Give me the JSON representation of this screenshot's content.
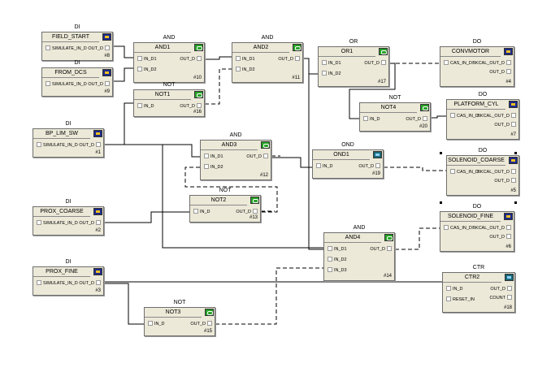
{
  "blocks": [
    {
      "id": "b8",
      "type": "DI",
      "name": "FIELD_START",
      "num": "#8",
      "icon": "blue",
      "inputs": [
        "SIMULATE_IN_D"
      ],
      "outputs": [
        "OUT_D"
      ]
    },
    {
      "id": "b9",
      "type": "DI",
      "name": "FROM_DCS",
      "num": "#9",
      "icon": "blue",
      "inputs": [
        "SIMULATE_IN_D"
      ],
      "outputs": [
        "OUT_D"
      ]
    },
    {
      "id": "b1",
      "type": "DI",
      "name": "BP_LIM_SW",
      "num": "#1",
      "icon": "blue",
      "inputs": [
        "SIMULATE_IN_D"
      ],
      "outputs": [
        "OUT_D"
      ]
    },
    {
      "id": "b2",
      "type": "DI",
      "name": "PROX_COARSE",
      "num": "#2",
      "icon": "blue",
      "inputs": [
        "SIMULATE_IN_D"
      ],
      "outputs": [
        "OUT_D"
      ]
    },
    {
      "id": "b3",
      "type": "DI",
      "name": "PROX_FINE",
      "num": "#3",
      "icon": "blue",
      "inputs": [
        "SIMULATE_IN_D"
      ],
      "outputs": [
        "OUT_D"
      ]
    },
    {
      "id": "b10",
      "type": "AND",
      "name": "AND1",
      "num": "#10",
      "icon": "green",
      "inputs": [
        "IN_D1",
        "IN_D2"
      ],
      "outputs": [
        "OUT_D"
      ]
    },
    {
      "id": "b11",
      "type": "AND",
      "name": "AND2",
      "num": "#11",
      "icon": "green",
      "inputs": [
        "IN_D1",
        "IN_D2"
      ],
      "outputs": [
        "OUT_D"
      ]
    },
    {
      "id": "b16",
      "type": "NOT",
      "name": "NOT1",
      "num": "#16",
      "icon": "green",
      "inputs": [
        "IN_D"
      ],
      "outputs": [
        "OUT_D"
      ]
    },
    {
      "id": "b12",
      "type": "AND",
      "name": "AND3",
      "num": "#12",
      "icon": "green",
      "inputs": [
        "IN_D1",
        "IN_D2"
      ],
      "outputs": [
        "OUT_D"
      ]
    },
    {
      "id": "b13",
      "type": "NOT",
      "name": "NOT2",
      "num": "#13",
      "icon": "green",
      "inputs": [
        "IN_D"
      ],
      "outputs": [
        "OUT_D"
      ]
    },
    {
      "id": "b14",
      "type": "AND",
      "name": "AND4",
      "num": "#14",
      "icon": "green",
      "inputs": [
        "IN_D1",
        "IN_D2",
        "IN_D3"
      ],
      "outputs": [
        "OUT_D"
      ]
    },
    {
      "id": "b15",
      "type": "NOT",
      "name": "NOT3",
      "num": "#15",
      "icon": "green",
      "inputs": [
        "IN_D"
      ],
      "outputs": [
        "OUT_D"
      ]
    },
    {
      "id": "b17",
      "type": "OR",
      "name": "OR1",
      "num": "#17",
      "icon": "green",
      "inputs": [
        "IN_D1",
        "IN_D2"
      ],
      "outputs": [
        "OUT_D"
      ]
    },
    {
      "id": "b20",
      "type": "NOT",
      "name": "NOT4",
      "num": "#20",
      "icon": "green",
      "inputs": [
        "IN_D"
      ],
      "outputs": [
        "OUT_D"
      ]
    },
    {
      "id": "b19",
      "type": "OND",
      "name": "OND1",
      "num": "#19",
      "icon": "teal",
      "inputs": [
        "IN_D"
      ],
      "outputs": [
        "OUT_D"
      ]
    },
    {
      "id": "b4",
      "type": "DO",
      "name": "CONVMOTOR",
      "num": "#4",
      "icon": "blue",
      "inputs": [
        "CAS_IN_D"
      ],
      "outputs": [
        "BKCAL_OUT_D",
        "OUT_D"
      ]
    },
    {
      "id": "b7",
      "type": "DO",
      "name": "PLATFORM_CYL",
      "num": "#7",
      "icon": "blue",
      "inputs": [
        "CAS_IN_D"
      ],
      "outputs": [
        "BKCAL_OUT_D",
        "OUT_D"
      ]
    },
    {
      "id": "b5",
      "type": "DO",
      "name": "SOLENOID_COARSE",
      "num": "#5",
      "icon": "blue",
      "inputs": [
        "CAS_IN_D"
      ],
      "outputs": [
        "BKCAL_OUT_D",
        "OUT_D"
      ]
    },
    {
      "id": "b6",
      "type": "DO",
      "name": "SOLENOID_FINE",
      "num": "#6",
      "icon": "blue",
      "inputs": [
        "CAS_IN_D"
      ],
      "outputs": [
        "BKCAL_OUT_D",
        "OUT_D"
      ]
    },
    {
      "id": "b18",
      "type": "CTR",
      "name": "CTR2",
      "num": "#18",
      "icon": "teal",
      "inputs": [
        "IN_D",
        "RESET_IN"
      ],
      "outputs": [
        "OUT_D",
        "COUNT"
      ]
    }
  ]
}
